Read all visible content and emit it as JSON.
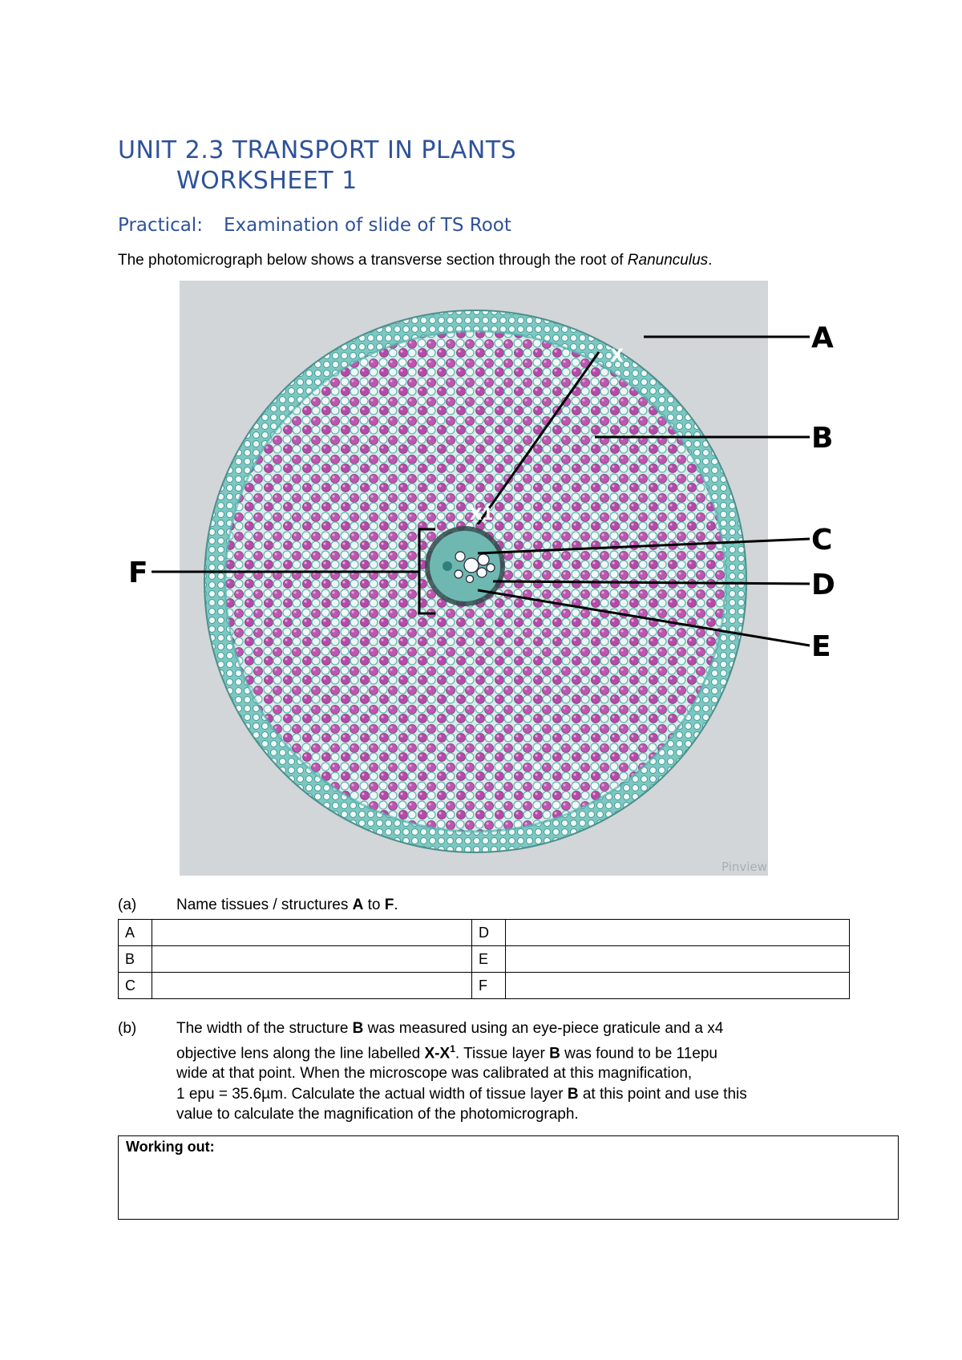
{
  "header": {
    "title_line1": "UNIT 2.3 TRANSPORT IN PLANTS",
    "title_line2": "WORKSHEET 1",
    "practical_label": "Practical:",
    "practical_title": "Examination of slide of TS Root"
  },
  "intro": {
    "text": "The photomicrograph below shows a transverse section through the root of ",
    "species": "Ranunculus",
    "end": "."
  },
  "figure": {
    "labels": {
      "a": "A",
      "b": "B",
      "c": "C",
      "d": "D",
      "e": "E",
      "f": "F",
      "x": "X",
      "x1": "X1"
    },
    "watermark": "Pinview",
    "colors": {
      "cortex_cell": "#b74aa8",
      "ground": "#cfe4e2",
      "wall": "#3fa9a3",
      "background": "#d2d6d8"
    }
  },
  "question_a": {
    "number": "(a)",
    "text_before": "Name tissues / structures ",
    "bold1": "A",
    "middle": " to ",
    "bold2": "F",
    "after": "."
  },
  "answer_table": {
    "rows": [
      {
        "left": "A",
        "right": "D"
      },
      {
        "left": "B",
        "right": "E"
      },
      {
        "left": "C",
        "right": "F"
      }
    ]
  },
  "question_b": {
    "number": "(b)",
    "l1a": "The width of the structure ",
    "l1b": "B",
    "l1c": " was measured using an eye-piece graticule and a x4",
    "l2a": "objective lens along the line labelled ",
    "l2b": "X-X",
    "l2sup": "1",
    "l2c": ". Tissue layer ",
    "l2d": "B",
    "l2e": " was found to be 11epu",
    "l3": "wide at that point. When the microscope was calibrated at this magnification,",
    "l4a": "1 epu = 35.6µm. Calculate the actual width of tissue layer ",
    "l4b": "B",
    "l4c": " at this point and use this",
    "l5": "value to calculate the magnification of the photomicrograph."
  },
  "working": {
    "label": "Working out:"
  }
}
